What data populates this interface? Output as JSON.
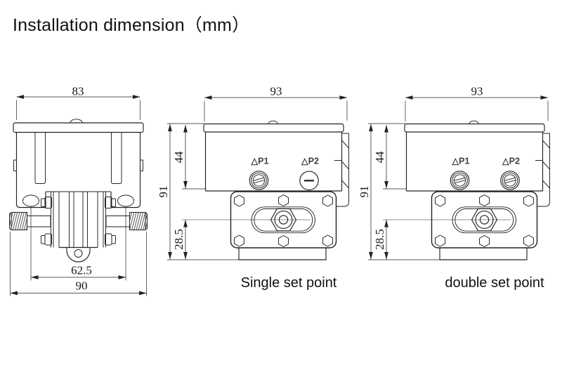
{
  "title": "Installation dimension（mm）",
  "colors": {
    "line": "#222222",
    "dim_text": "#1a1a1a",
    "port_label": "#3f3f3f",
    "background": "#ffffff"
  },
  "front_view": {
    "dim_body_width": "83",
    "dim_hole_spacing": "62.5",
    "dim_overall_width": "90"
  },
  "single_set_point_view": {
    "dim_width": "93",
    "dim_upper_height": "44",
    "dim_total_height": "91",
    "dim_lower_height": "28.5",
    "port1_label": "△P1",
    "port2_label": "△P2",
    "caption": "Single set point"
  },
  "double_set_point_view": {
    "dim_width": "93",
    "dim_upper_height": "44",
    "dim_total_height": "91",
    "dim_lower_height": "28.5",
    "port1_label": "△P1",
    "port2_label": "△P2",
    "caption": "double set point"
  }
}
